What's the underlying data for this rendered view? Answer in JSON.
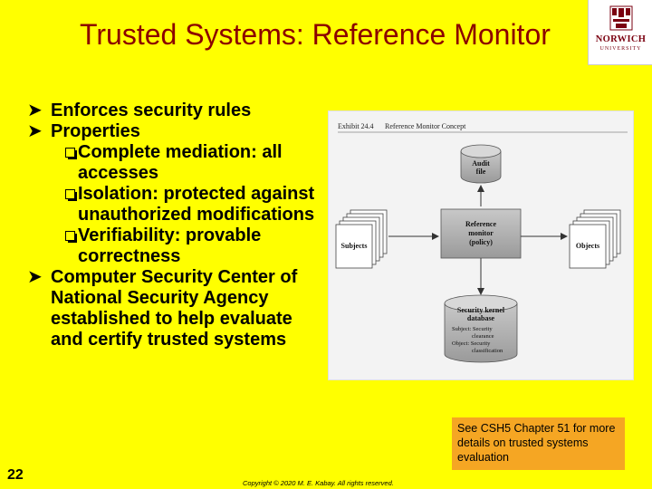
{
  "slide": {
    "title": "Trusted Systems: Reference Monitor",
    "page_number": "22",
    "copyright": "Copyright © 2020 M. E. Kabay. All rights reserved.",
    "note": "See CSH5 Chapter 51 for more details on trusted systems evaluation"
  },
  "logo": {
    "name": "NORWICH",
    "sub": "UNIVERSITY",
    "seal_icon": "norwich-seal-icon"
  },
  "bullets": [
    {
      "level": 1,
      "text": "Enforces security rules"
    },
    {
      "level": 1,
      "text": "Properties"
    },
    {
      "level": 2,
      "text": "Complete mediation: all accesses"
    },
    {
      "level": 2,
      "text": "Isolation: protected against unauthorized modifications"
    },
    {
      "level": 2,
      "text": "Verifiability: provable correctness"
    },
    {
      "level": 1,
      "text": "Computer Security Center of National Security Agency established to help evaluate and certify trusted systems"
    }
  ],
  "figure": {
    "exhibit": "Exhibit 24.4",
    "caption": "Reference Monitor Concept",
    "audit_line1": "Audit",
    "audit_line2": "file",
    "monitor_line1": "Reference",
    "monitor_line2": "monitor",
    "monitor_line3": "(policy)",
    "subjects": "Subjects",
    "objects": "Objects",
    "db_line1": "Security kernel",
    "db_line2": "database",
    "db_line3": "Subject: Security",
    "db_line4": "clearance",
    "db_line5": "Object: Security",
    "db_line6": "classification"
  },
  "colors": {
    "background": "#FFFF00",
    "title": "#8B0000",
    "note_bg": "#F5A623"
  }
}
